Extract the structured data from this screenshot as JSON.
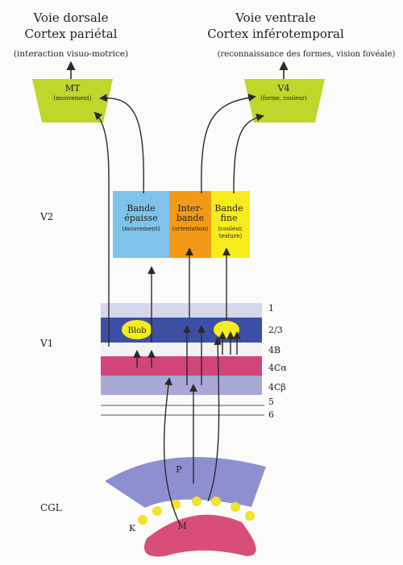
{
  "dorsal": {
    "title": "Voie dorsale",
    "subtitle": "Cortex pariétal",
    "note": "(interaction visuo-motrice)"
  },
  "ventral": {
    "title": "Voie ventrale",
    "subtitle": "Cortex inférotemporal",
    "note": "(reconnaissance des formes, vision fovéale)"
  },
  "mt": {
    "label": "MT",
    "sub": "(mouvement)"
  },
  "v4": {
    "label": "V4",
    "sub": "(forme, couleur)"
  },
  "v2": {
    "label": "V2",
    "thick": {
      "line1": "Bande",
      "line2": "épaisse",
      "sub": "(mouvement)"
    },
    "inter": {
      "line1": "Inter-",
      "line2": "bande",
      "sub": "(orientation)"
    },
    "thin": {
      "line1": "Bande",
      "line2": "fine",
      "sub1": "(couleur,",
      "sub2": "texture)"
    }
  },
  "v1": {
    "label": "V1",
    "blob": "Blob",
    "layers": [
      "1",
      "2/3",
      "4B",
      "4Cα",
      "4Cβ",
      "5",
      "6"
    ]
  },
  "cgl": {
    "label": "CGL",
    "p": "P",
    "m": "M",
    "k": "K"
  },
  "colors": {
    "green": "#bfd62a",
    "blue_light": "#7fc2ea",
    "orange": "#f29a17",
    "yellow": "#f6ec1c",
    "navy": "#3d4fa5",
    "pink": "#d2457a",
    "lavender": "#a7a8d6",
    "lilac": "#d6d6ec",
    "parvo": "#8d8fd1",
    "magno": "#d84e79",
    "konio": "#efe32c",
    "arrow": "#2a2a2a"
  }
}
